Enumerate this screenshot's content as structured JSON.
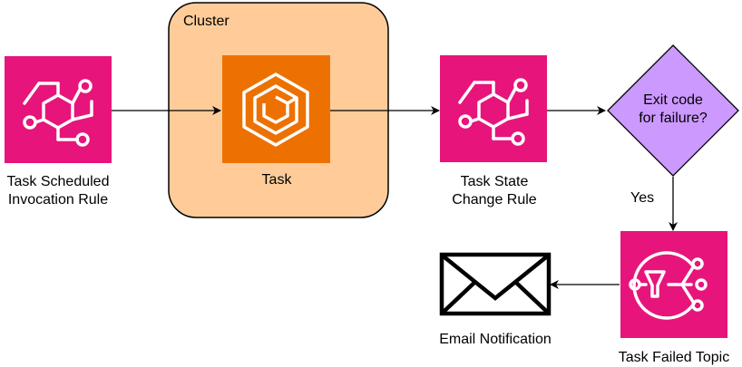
{
  "cluster": {
    "label": "Cluster"
  },
  "nodes": {
    "scheduled_rule": {
      "label_lines": [
        "Task Scheduled",
        "Invocation Rule"
      ],
      "icon": "eventbridge-rule-icon"
    },
    "task": {
      "label": "Task",
      "icon": "ecs-task-icon"
    },
    "state_change_rule": {
      "label_lines": [
        "Task State",
        "Change Rule"
      ],
      "icon": "eventbridge-rule-icon"
    },
    "decision": {
      "label_lines": [
        "Exit code",
        "for failure?"
      ]
    },
    "failed_topic": {
      "label": "Task Failed Topic",
      "icon": "sns-topic-icon"
    },
    "email": {
      "label": "Email Notification",
      "icon": "envelope-icon"
    }
  },
  "edges": {
    "decision_to_topic": {
      "label": "Yes"
    }
  },
  "colors": {
    "eventbridge_pink": "#E7157B",
    "ecs_orange": "#ED7100",
    "cluster_fill": "#FFCC99",
    "decision_fill": "#CC99FF",
    "stroke": "#000000",
    "icon_line": "#FFFFFF"
  }
}
